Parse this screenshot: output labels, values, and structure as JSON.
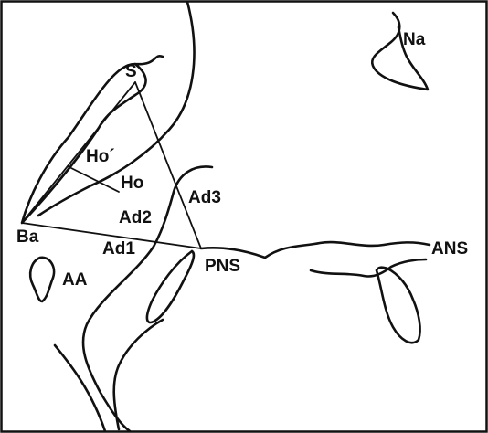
{
  "labels": {
    "S": "S",
    "Na": "Na",
    "Ba": "Ba",
    "AA": "AA",
    "PNS": "PNS",
    "ANS": "ANS",
    "Ho_prime": "Ho´",
    "Ho": "Ho",
    "Ad1": "Ad1",
    "Ad2": "Ad2",
    "Ad3": "Ad3"
  },
  "colors": {
    "ink": "#111111",
    "background": "#ffffff"
  }
}
